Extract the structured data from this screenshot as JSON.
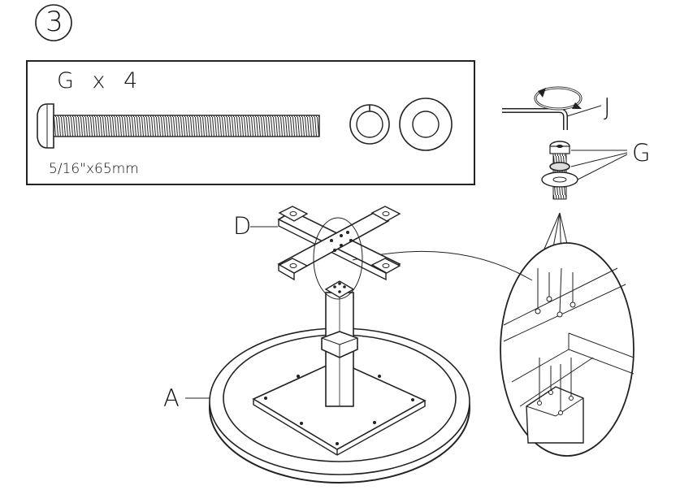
{
  "step": {
    "number": "3"
  },
  "parts_box": {
    "title": "G x 4",
    "size_label": "5/16\"x65mm"
  },
  "callouts": {
    "J": "J",
    "G": "G",
    "D": "D",
    "A": "A"
  },
  "icons": [
    "rotation-arrow-icon"
  ]
}
